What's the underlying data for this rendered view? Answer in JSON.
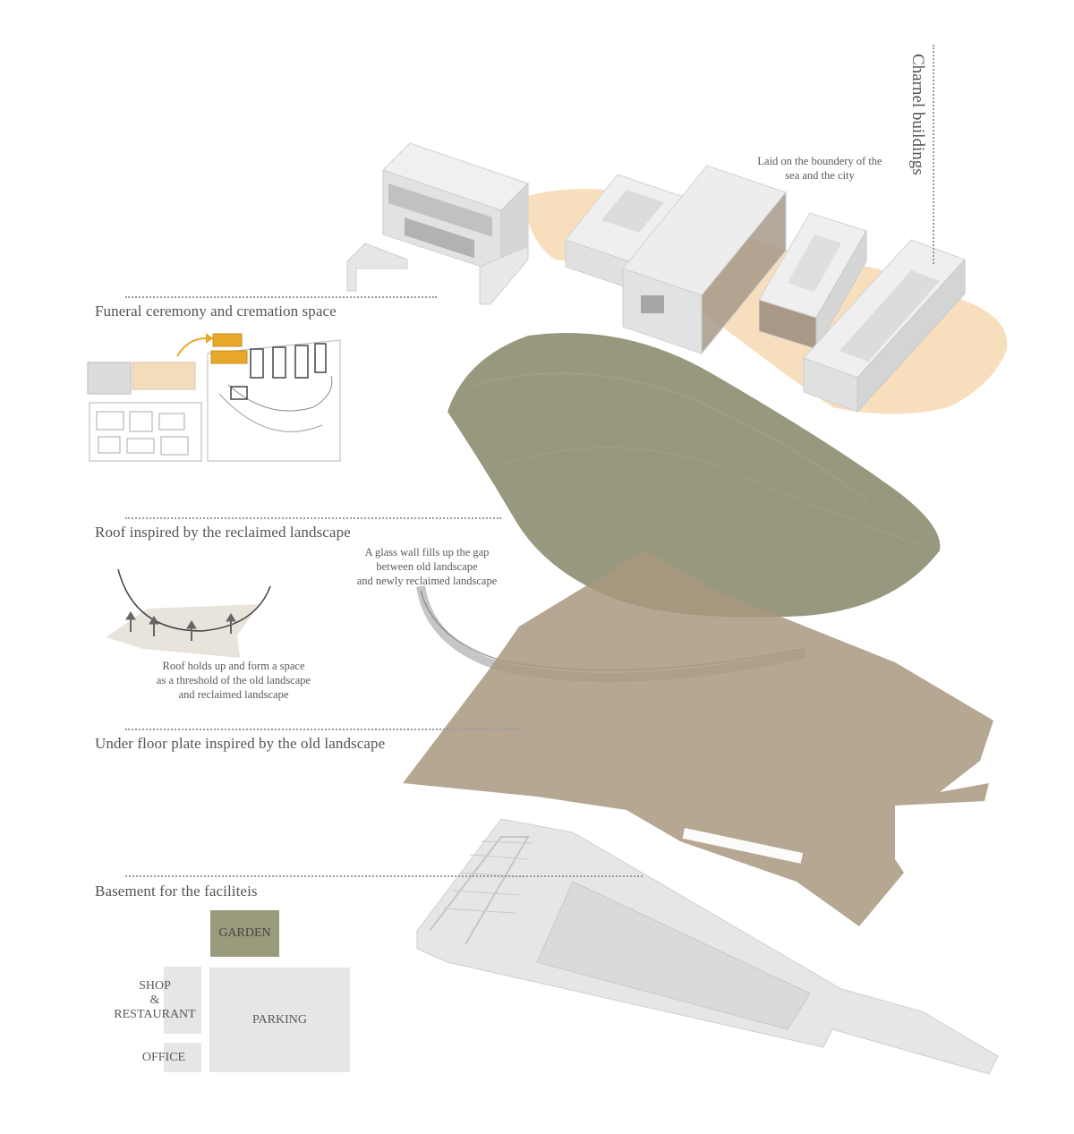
{
  "vertical_title": "Charnel buildings",
  "charnel_note": [
    "Laid on the boundery of the",
    "sea and the city"
  ],
  "sections": {
    "funeral": "Funeral ceremony and cremation space",
    "roof": "Roof inspired by the reclaimed landscape",
    "underfloor": "Under floor plate inspired by the old landscape",
    "basement": "Basement for the faciliteis"
  },
  "glass_note": [
    "A glass wall fills up the gap",
    "between old landscape",
    "and newly reclaimed landscape"
  ],
  "roof_note": [
    "Roof holds up and form a space",
    "as a threshold of the old landscape",
    "and reclaimed landscape"
  ],
  "program": {
    "garden": "GARDEN",
    "shop": [
      "SHOP",
      "&",
      "RESTAURANT"
    ],
    "parking": "PARKING",
    "office": "OFFICE"
  },
  "colors": {
    "roof": "#8e8f73",
    "underfloor": "#a8987e",
    "sand": "#f6d9b3",
    "building": "#e4e4e4",
    "garden": "#9a9b7c",
    "program_box": "#e6e6e6",
    "highlight": "#e8a92b"
  }
}
